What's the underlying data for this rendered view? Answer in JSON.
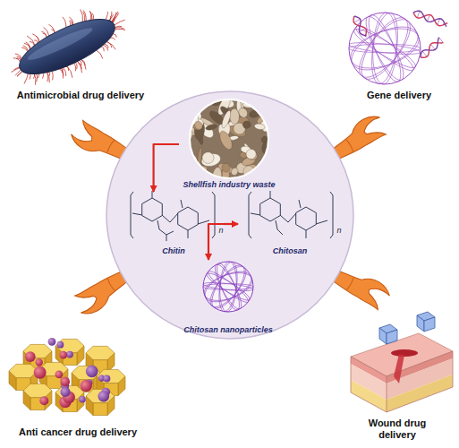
{
  "diagram": {
    "nodes": [
      {
        "text": [
          "Shellfish industry waste"
        ]
      },
      {
        "text": [
          "Chitin"
        ]
      },
      {
        "text": [
          "Chitosan"
        ]
      },
      {
        "text": [
          "Chitosan nanoparticles"
        ]
      }
    ],
    "edges": [
      {
        "from": 0,
        "to": 1,
        "arrow": "to"
      },
      {
        "from": 1,
        "to": 2,
        "arrow": "to"
      },
      {
        "from": 2,
        "to": 3,
        "arrow": "to"
      }
    ],
    "labels": [
      "Antimicrobial drug delivery",
      "Gene delivery",
      "Anti cancer drug delivery",
      "Wound drug delivery",
      "n",
      "n"
    ]
  }
}
